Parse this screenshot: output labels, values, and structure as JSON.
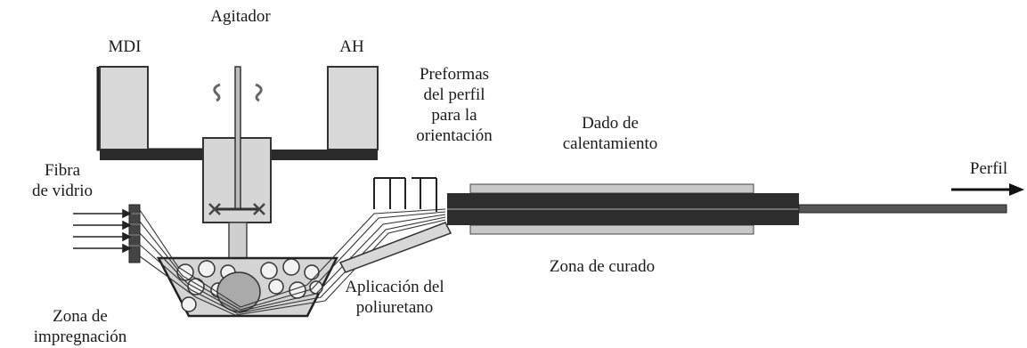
{
  "labels": {
    "agitador": "Agitador",
    "mdi": "MDI",
    "ah": "AH",
    "preformas": [
      "Preformas",
      "del perfil",
      "para la",
      "orientación"
    ],
    "dado": [
      "Dado de",
      "calentamiento"
    ],
    "fibra": [
      "Fibra",
      "de vidrio"
    ],
    "perfil": "Perfil",
    "zona_curado": "Zona de curado",
    "aplicacion": [
      "Aplicación del",
      "poliuretano"
    ],
    "zona_impregnacion": [
      "Zona de",
      "impregnación"
    ]
  }
}
